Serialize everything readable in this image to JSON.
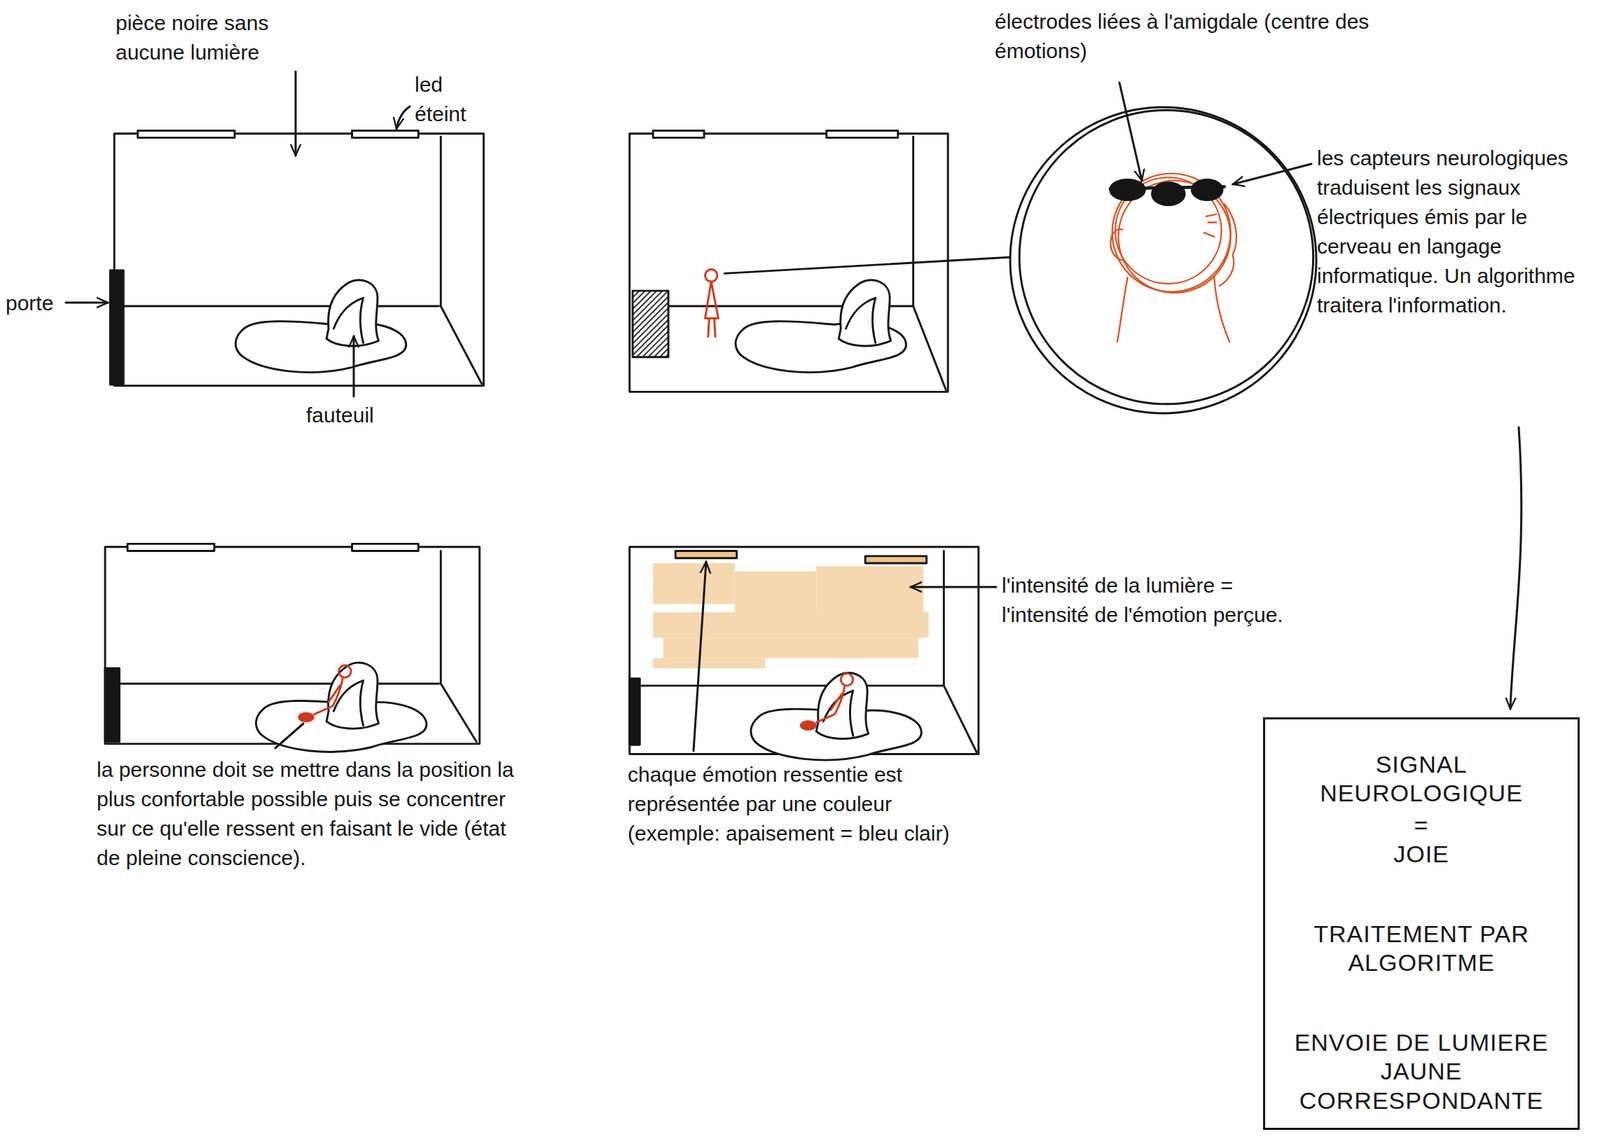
{
  "diagram": {
    "nodes": [
      {
        "text": [
          "SIGNAL NEUROLOGIQUE",
          "=",
          "JOIE",
          "TRAITEMENT PAR ALGORITME",
          "ENVOIE DE LUMIERE JAUNE CORRESPONDANTE"
        ]
      }
    ],
    "labels": [
      "pièce noire sans aucune lumière",
      "led éteint",
      "porte",
      "fauteuil",
      "électrodes liées à l'amigdale (centre des émotions)",
      "les capteurs neurologiques traduisent les signaux électriques émis par le cerveau en langage informatique. Un algorithme traitera l'information.",
      "l'intensité de la lumière = l'intensité de l'émotion perçue.",
      "la personne doit se mettre dans la position la plus confortable possible puis se concentrer sur ce qu'elle ressent en faisant le vide (état de pleine conscience).",
      "chaque émotion ressentie est représentée par une couleur (exemple: apaisement = bleu clair)"
    ]
  }
}
